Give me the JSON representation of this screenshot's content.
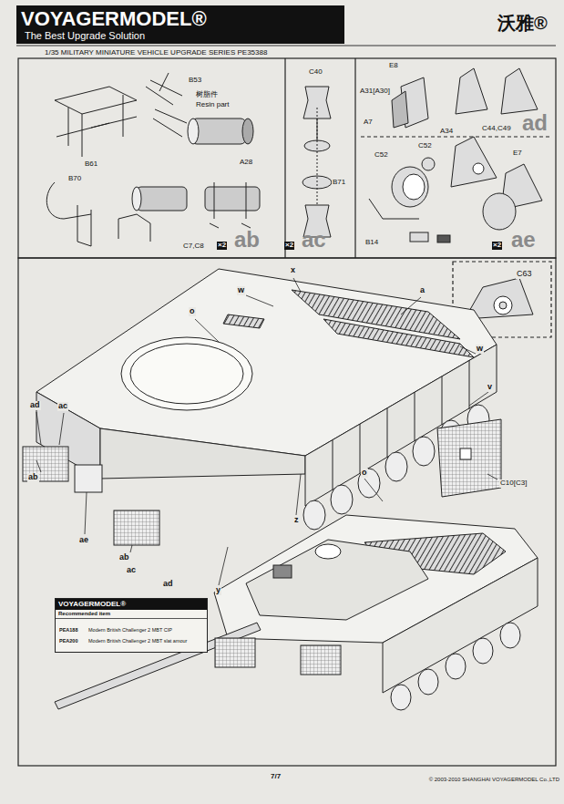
{
  "diagram": {
    "nodes": [
      {
        "text": [
          "VOYAGERMODEL®",
          "Recommended item"
        ]
      }
    ],
    "labels": [
      "VOYAGERMODEL®",
      "The Best Upgrade Solution",
      "沃雅®",
      "1/35 MILITARY MINIATURE VEHICLE UPGRADE SERIES PE35388",
      "B61",
      "B53",
      "树脂件",
      "Resin part",
      "A28",
      "B70",
      "C7,C8",
      "×2",
      "ab",
      "×2",
      "ac",
      "C40",
      "B71",
      "E8",
      "A31[A30]",
      "A7",
      "C44,C49",
      "ad",
      "C52",
      "C52",
      "A34",
      "E7",
      "B14",
      "×2",
      "ae",
      "C63",
      "x",
      "w",
      "a",
      "w",
      "v",
      "o",
      "C10[C3]",
      "ad",
      "ac",
      "ab",
      "ae",
      "ab",
      "ac",
      "ad",
      "y",
      "z",
      "o",
      "PEA188",
      "Modern British Challenger 2 MBT CIP",
      "PEA200",
      "Modern British Challenger 2 MBT slat amour",
      "7/7",
      "© 2003-2010 SHANGHAI VOYAGERMODEL Co.,LTD"
    ]
  }
}
